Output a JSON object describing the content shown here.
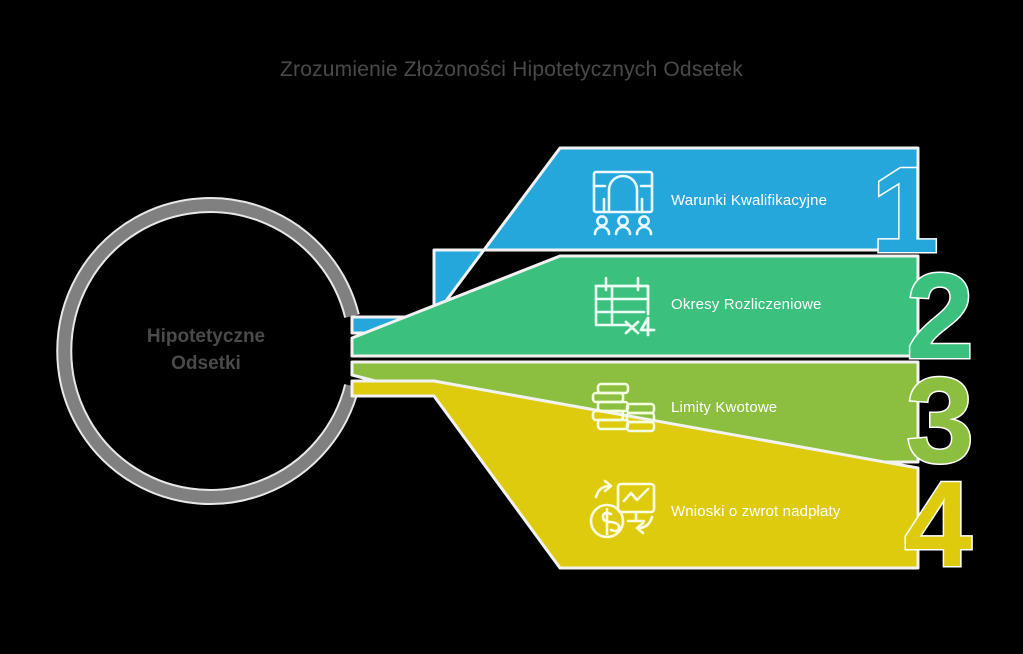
{
  "title": "Zrozumienie Złożoności Hipotetycznych Odsetek",
  "hub": {
    "line1": "Hipotetyczne",
    "line2": "Odsetki",
    "ring_color": "#808080"
  },
  "background_color": "#000000",
  "title_color": "#4a4a4a",
  "rows": [
    {
      "number": "1",
      "label": "Warunki Kwalifikacyjne",
      "color": "#25a7db",
      "icon": "bank-building-people-icon"
    },
    {
      "number": "2",
      "label": "Okresy Rozliczeniowe",
      "color": "#3cc07e",
      "icon": "calendar-x4-icon",
      "icon_badge": "×4"
    },
    {
      "number": "3",
      "label": "Limity Kwotowe",
      "color": "#8cbf3f",
      "icon": "coin-stacks-icon"
    },
    {
      "number": "4",
      "label": "Wnioski o zwrot nadpłaty",
      "color": "#dfcb0e",
      "icon": "refund-monitor-dollar-icon"
    }
  ]
}
